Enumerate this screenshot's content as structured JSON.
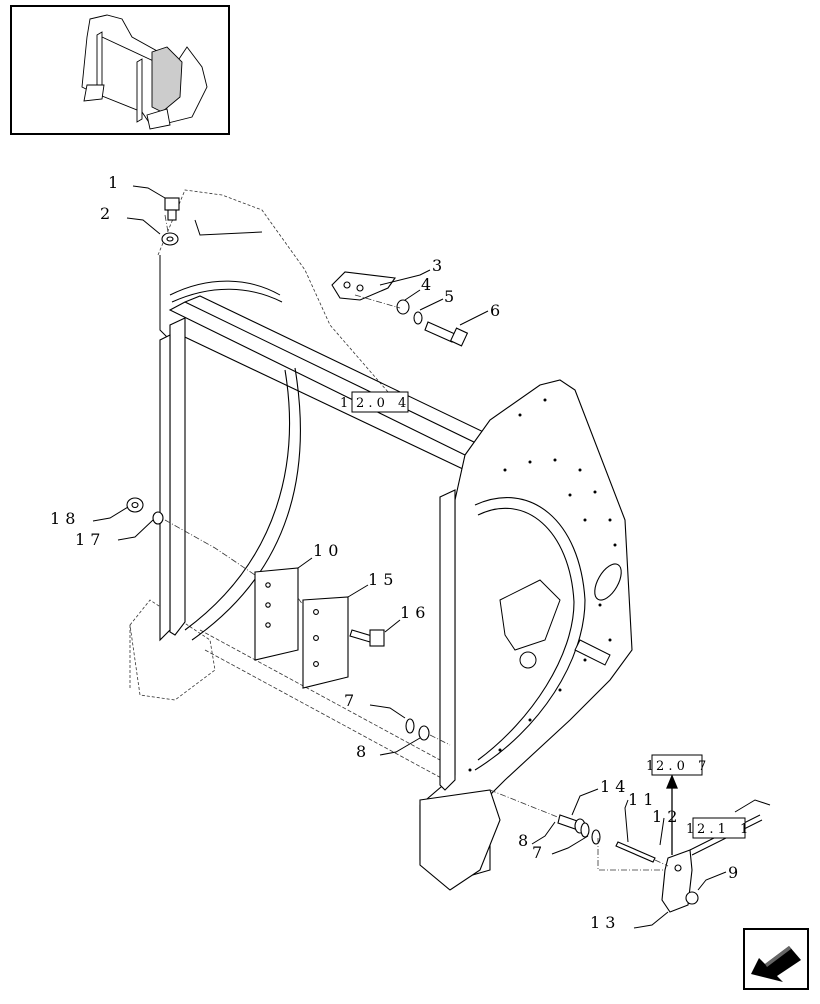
{
  "thumbnail": {
    "icon": "frame-thumbnail-icon"
  },
  "navigation": {
    "icon": "prev-page-arrow-icon"
  },
  "callouts": [
    {
      "id": "c1",
      "text": "1"
    },
    {
      "id": "c2",
      "text": "2"
    },
    {
      "id": "c3",
      "text": "3"
    },
    {
      "id": "c4",
      "text": "4"
    },
    {
      "id": "c5",
      "text": "5"
    },
    {
      "id": "c6",
      "text": "6"
    },
    {
      "id": "c18",
      "text": "1 8"
    },
    {
      "id": "c17",
      "text": "1 7"
    },
    {
      "id": "c10",
      "text": "1 0"
    },
    {
      "id": "c15",
      "text": "1 5"
    },
    {
      "id": "c16",
      "text": "1 6"
    },
    {
      "id": "c7a",
      "text": "7"
    },
    {
      "id": "c8a",
      "text": "8"
    },
    {
      "id": "c14",
      "text": "1 4"
    },
    {
      "id": "c11",
      "text": "1 1"
    },
    {
      "id": "c12",
      "text": "1 2"
    },
    {
      "id": "c8b",
      "text": "8"
    },
    {
      "id": "c7b",
      "text": "7"
    },
    {
      "id": "c9",
      "text": "9"
    },
    {
      "id": "c13",
      "text": "1 3"
    }
  ],
  "references": [
    {
      "id": "r1",
      "prefix": "1",
      "boxed": "2 . 0",
      "suffix": "4"
    },
    {
      "id": "r2",
      "prefix": "1",
      "boxed": "2 . 0",
      "suffix": "7"
    },
    {
      "id": "r3",
      "prefix": "1",
      "boxed": "2 . 1",
      "suffix": "1"
    }
  ]
}
